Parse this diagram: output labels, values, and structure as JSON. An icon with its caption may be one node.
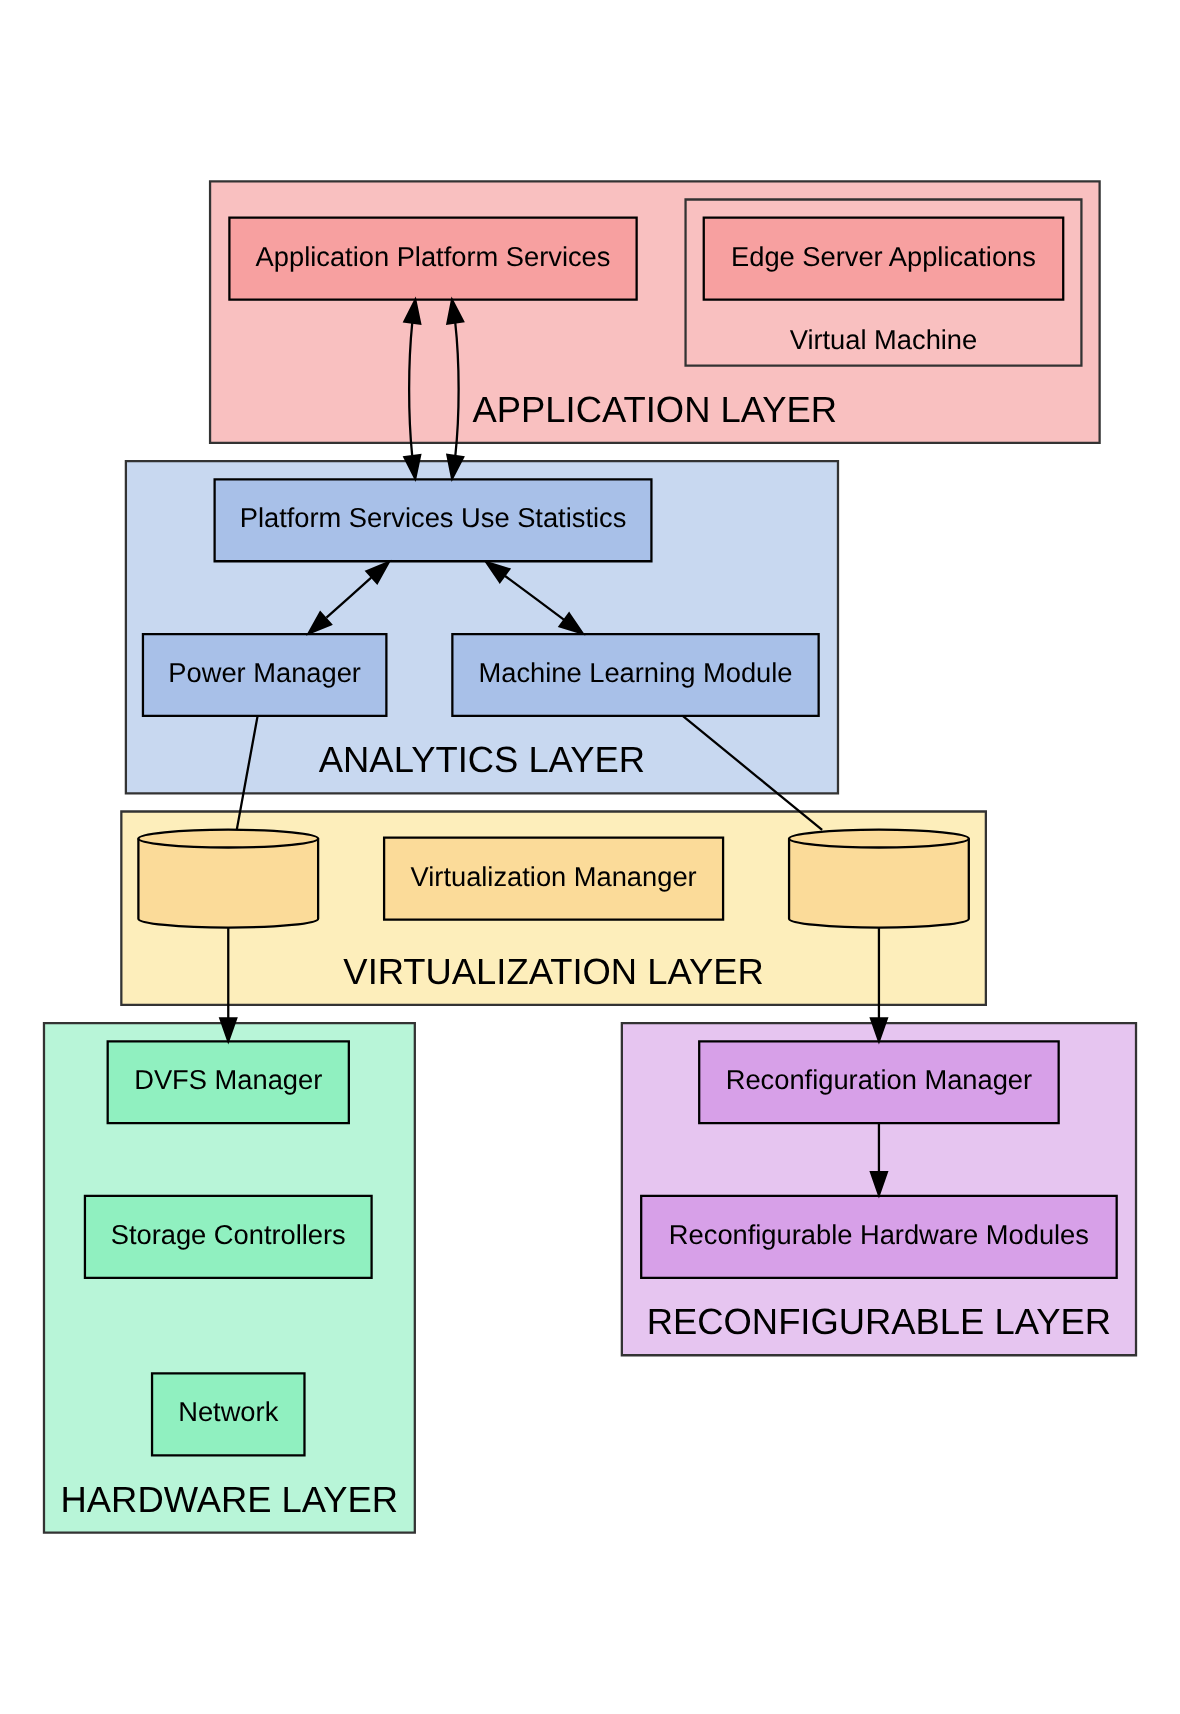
{
  "diagram": {
    "nodes": [
      {
        "text": [
          "APPLICATION LAYER"
        ]
      },
      {
        "text": [
          "Virtual Machine"
        ],
        "in": 0
      },
      {
        "text": [
          "Edge Server Applications"
        ],
        "in": 1
      },
      {
        "text": [
          "Application Platform Services"
        ],
        "in": 0
      },
      {
        "text": [
          "ANALYTICS LAYER"
        ]
      },
      {
        "text": [
          "Platform Services Use Statistics"
        ],
        "in": 4
      },
      {
        "text": [
          "Power Manager"
        ],
        "in": 4
      },
      {
        "text": [
          "Machine Learning Module"
        ],
        "in": 4
      },
      {
        "text": [
          "VIRTUALIZATION LAYER"
        ]
      },
      {
        "text": [],
        "shape": "cylinder",
        "in": 8
      },
      {
        "text": [
          "Virtualization Mananger"
        ],
        "in": 8
      },
      {
        "text": [],
        "shape": "cylinder",
        "in": 8
      },
      {
        "text": [
          "HARDWARE LAYER"
        ]
      },
      {
        "text": [
          "DVFS Manager"
        ],
        "in": 12
      },
      {
        "text": [
          "Storage Controllers"
        ],
        "in": 12
      },
      {
        "text": [
          "Network"
        ],
        "in": 12
      },
      {
        "text": [
          "RECONFIGURABLE LAYER"
        ]
      },
      {
        "text": [
          "Reconfiguration Manager"
        ],
        "in": 16
      },
      {
        "text": [
          "Reconfigurable Hardware Modules"
        ],
        "in": 16
      }
    ],
    "edges": [
      {
        "from": 3,
        "to": 5,
        "arrow": "both"
      },
      {
        "from": 3,
        "to": 5,
        "arrow": "both"
      },
      {
        "from": 5,
        "to": 6,
        "arrow": "both"
      },
      {
        "from": 5,
        "to": 7,
        "arrow": "both"
      },
      {
        "from": 6,
        "to": 9,
        "arrow": "none"
      },
      {
        "from": 9,
        "to": 13,
        "arrow": "to"
      },
      {
        "from": 7,
        "to": 11,
        "arrow": "none"
      },
      {
        "from": 11,
        "to": 17,
        "arrow": "to"
      },
      {
        "from": 17,
        "to": 18,
        "arrow": "to"
      }
    ]
  }
}
